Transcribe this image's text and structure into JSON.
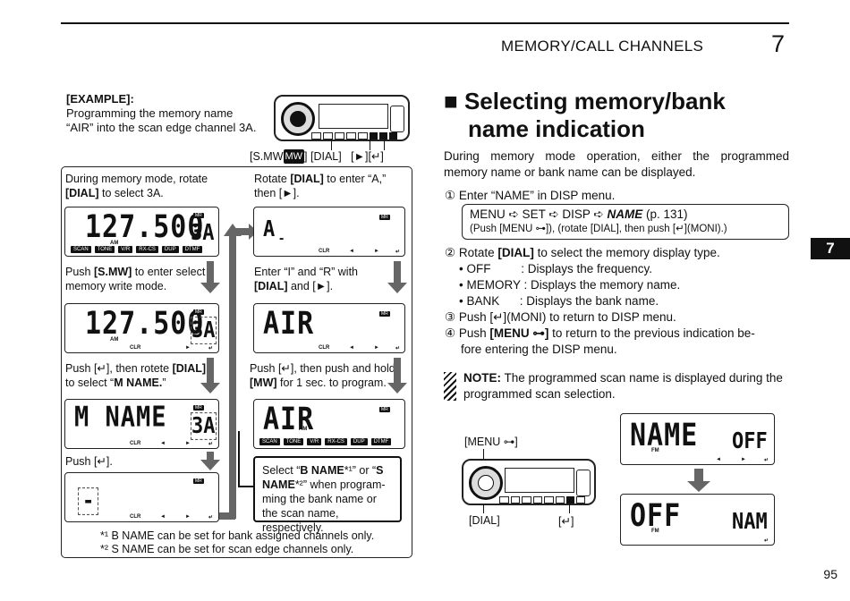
{
  "header": {
    "title": "MEMORY/CALL CHANNELS",
    "chapter": "7",
    "tab": "7",
    "page": "95"
  },
  "example": {
    "heading": "[EXAMPLE]:",
    "line1": "Programming the memory name",
    "line2": "“AIR” into the scan edge channel 3A."
  },
  "top_radio": {
    "label_left": "[S.MW",
    "label_mw": "MW",
    "label_mid": "] [DIAL]",
    "label_right": "[►][↵]"
  },
  "steps": {
    "s1a": "During memory mode, rotate",
    "s1b_bold": "[DIAL]",
    "s1b": " to select 3A.",
    "s2a": "Push ",
    "s2a_bold": "[S.MW]",
    "s2a2": " to enter select",
    "s2b": "memory write mode.",
    "s3a": "Push [↵], then rotete ",
    "s3a_bold": "[DIAL]",
    "s3b": "to select “",
    "s3b_bold": "M NAME.",
    "s3b2": "”",
    "s4": "Push [↵].",
    "r1a": "Rotate ",
    "r1a_bold": "[DIAL]",
    "r1a2": " to enter “A,”",
    "r1b": "then [►].",
    "r2a": "Enter “I” and “R” with",
    "r2b_bold": "[DIAL]",
    "r2b": " and [►].",
    "r3a": "Push [↵], then push and hold",
    "r3b_bold": "[MW]",
    "r3b": " for 1 sec. to program."
  },
  "lcds": {
    "l1_main": "127.500",
    "l1_ch": "3A",
    "l2_main": "127.500",
    "l2_ch": "3A",
    "l3_main": "M NAME",
    "l3_ch": "3A",
    "l4_main": "-",
    "r1_main": "A",
    "r2_main": "AIR",
    "r3_main": "AIR",
    "am": "AM",
    "mr": "MR",
    "clr": "CLR",
    "left": "◄",
    "right": "►",
    "enter": "↵",
    "indicators": [
      "SCAN",
      "TONE",
      "V/R",
      "RX-CS",
      "DUP",
      "DTMF"
    ]
  },
  "callout": {
    "a": "Select “",
    "b": "B NAME",
    "c": "*¹” or “",
    "d": "S NAME",
    "e": "*²” when program-ming the bank name or the scan name, respectively."
  },
  "footnotes": {
    "f1": "*¹ B NAME can be set for bank assigned channels only.",
    "f2": "*² S NAME can be set for scan edge channels only."
  },
  "section": {
    "title_line1": "Selecting memory/bank",
    "title_line2": "name indication",
    "marker": "■"
  },
  "intro": "During memory mode operation, either the programmed memory name or bank name can be displayed.",
  "instructions": {
    "i1": "① Enter “NAME” in DISP menu.",
    "menu_path": "MENU ➪ SET ➪ DISP ➪ ",
    "menu_name": "NAME",
    "menu_page": " (p. 131)",
    "menu_sub": "(Push [MENU ⊶]), (rotate [DIAL], then push [↵](MONI).)",
    "i2a": "② Rotate ",
    "i2a_bold": "[DIAL]",
    "i2a2": " to select the memory display type.",
    "opt1": "• OFF         : Displays the frequency.",
    "opt2": "• MEMORY : Displays the memory name.",
    "opt3": "• BANK      : Displays the bank name.",
    "i3": "③ Push [↵](MONI) to return to DISP menu.",
    "i4a": "④ Push ",
    "i4a_bold": "[MENU ⊶]",
    "i4a2": " to return to the previous indication be-",
    "i4b": "fore entering the DISP menu."
  },
  "note": {
    "label": "NOTE:",
    "text": " The programmed scan name is displayed during the programmed scan selection."
  },
  "bottom_radio": {
    "menu_label": "[MENU ⊶]",
    "dial_label": "[DIAL]",
    "enter_label": "[↵]"
  },
  "disp_lcds": {
    "top_main": "NAME",
    "top_val": "OFF",
    "top_fm": "FM",
    "bot_main": "OFF",
    "bot_val": "NAM",
    "bot_fm": "FM"
  }
}
